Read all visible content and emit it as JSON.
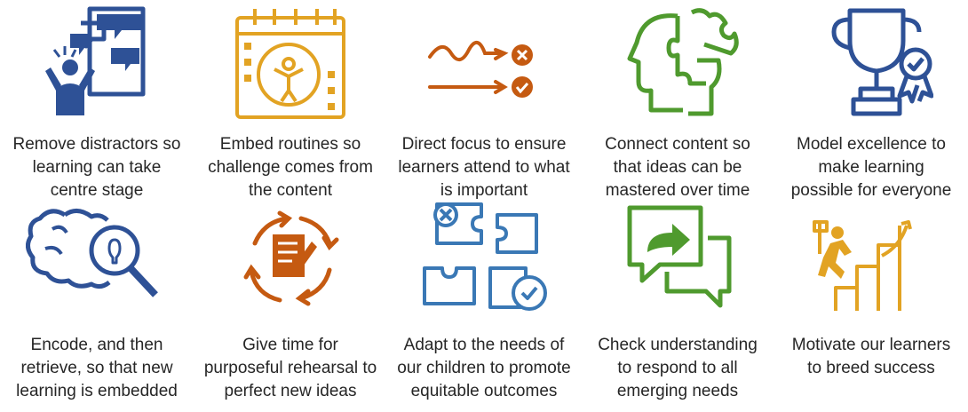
{
  "colors": {
    "navy": "#2e5196",
    "gold": "#e2a323",
    "orange": "#c55a11",
    "green": "#4f9a2e",
    "blue": "#3a78b5",
    "text": "#262626"
  },
  "items": [
    {
      "icon": "distraction-icon",
      "lines": [
        "Remove distractors so",
        "learning can take",
        "centre stage"
      ]
    },
    {
      "icon": "calendar-routine-icon",
      "lines": [
        "Embed routines so",
        "challenge comes from",
        "the content"
      ]
    },
    {
      "icon": "focus-arrows-icon",
      "lines": [
        "Direct focus to ensure",
        "learners attend to what",
        "is important"
      ]
    },
    {
      "icon": "puzzle-heads-icon",
      "lines": [
        "Connect content so",
        "that ideas can be",
        "mastered over time"
      ]
    },
    {
      "icon": "trophy-icon",
      "lines": [
        "Model excellence to",
        "make learning",
        "possible for everyone"
      ]
    },
    {
      "icon": "brain-magnifier-icon",
      "lines": [
        "Encode, and then",
        "retrieve, so that new",
        "learning is embedded"
      ]
    },
    {
      "icon": "rehearsal-cycle-icon",
      "lines": [
        "Give time for",
        "purposeful rehearsal to",
        "perfect new ideas"
      ]
    },
    {
      "icon": "puzzle-pieces-icon",
      "lines": [
        "Adapt to the needs of",
        "our children to promote",
        "equitable outcomes"
      ]
    },
    {
      "icon": "speech-bubbles-icon",
      "lines": [
        "Check understanding",
        "to respond to all",
        "emerging needs"
      ]
    },
    {
      "icon": "climbing-steps-icon",
      "lines": [
        "Motivate our learners",
        "to breed success"
      ]
    }
  ]
}
